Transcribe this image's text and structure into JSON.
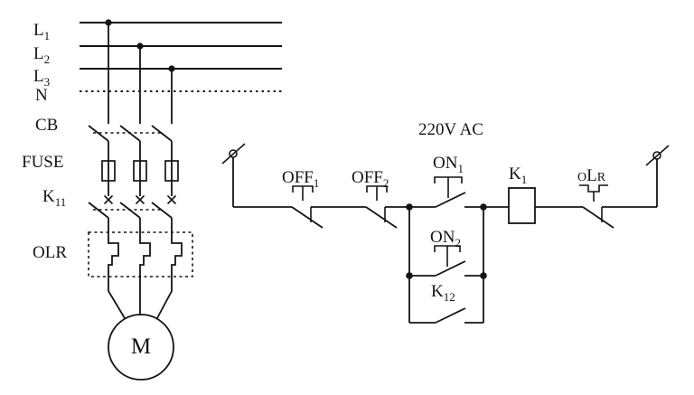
{
  "colors": {
    "line": "#141414",
    "background": "#ffffff"
  },
  "power_circuit": {
    "phases": [
      {
        "main": "L",
        "sub": "1"
      },
      {
        "main": "L",
        "sub": "2"
      },
      {
        "main": "L",
        "sub": "3"
      }
    ],
    "neutral": "N",
    "breaker": "CB",
    "fuse": "FUSE",
    "main_contacts": {
      "main": "K",
      "sub": "11"
    },
    "overload_relay": "OLR",
    "motor": "M"
  },
  "control_circuit": {
    "supply": "220V AC",
    "off1": {
      "main": "OFF",
      "sub": "1"
    },
    "off2": {
      "main": "OFF",
      "sub": "2"
    },
    "on1": {
      "main": "ON",
      "sub": "1"
    },
    "on2": {
      "main": "ON",
      "sub": "2"
    },
    "coil": {
      "main": "K",
      "sub": "1"
    },
    "aux_contact": {
      "main": "K",
      "sub": "12"
    },
    "overload_contact": {
      "p1": "O",
      "p2": "L",
      "p3": "R"
    }
  }
}
